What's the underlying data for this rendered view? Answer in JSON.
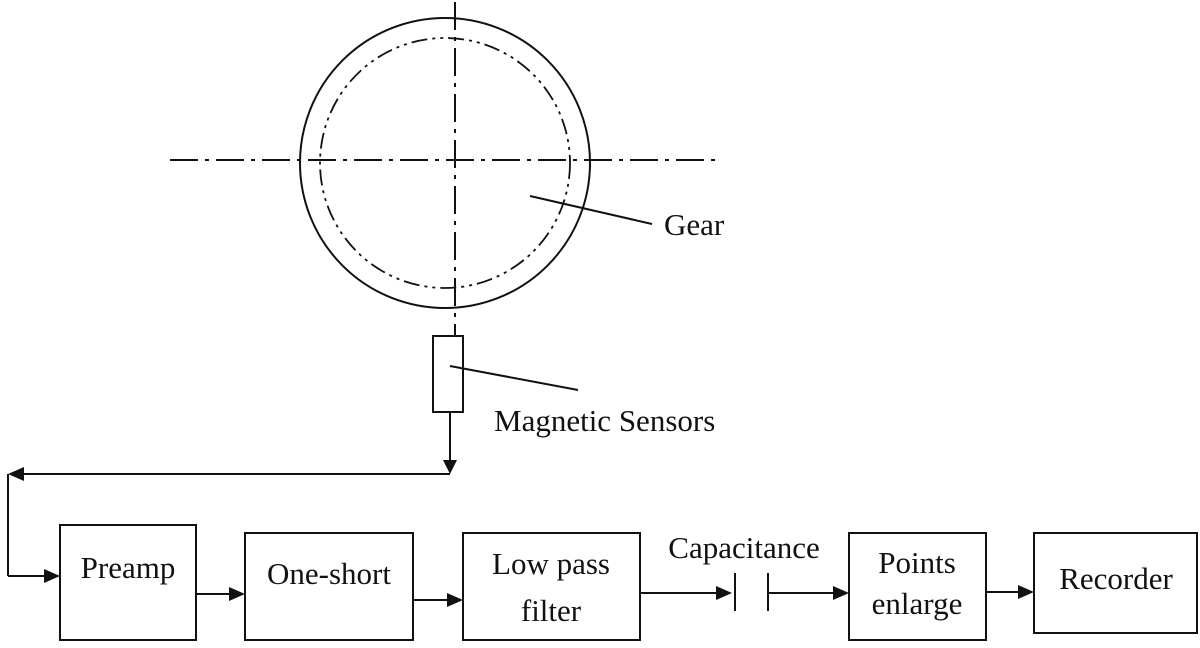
{
  "diagram": {
    "gear_label": "Gear",
    "sensor_label": "Magnetic Sensors",
    "capacitance_label": "Capacitance",
    "blocks": {
      "preamp": "Preamp",
      "one_short": "One-short",
      "low_pass_line1": "Low pass",
      "low_pass_line2": "filter",
      "points_line1": "Points",
      "points_line2": "enlarge",
      "recorder": "Recorder"
    }
  }
}
